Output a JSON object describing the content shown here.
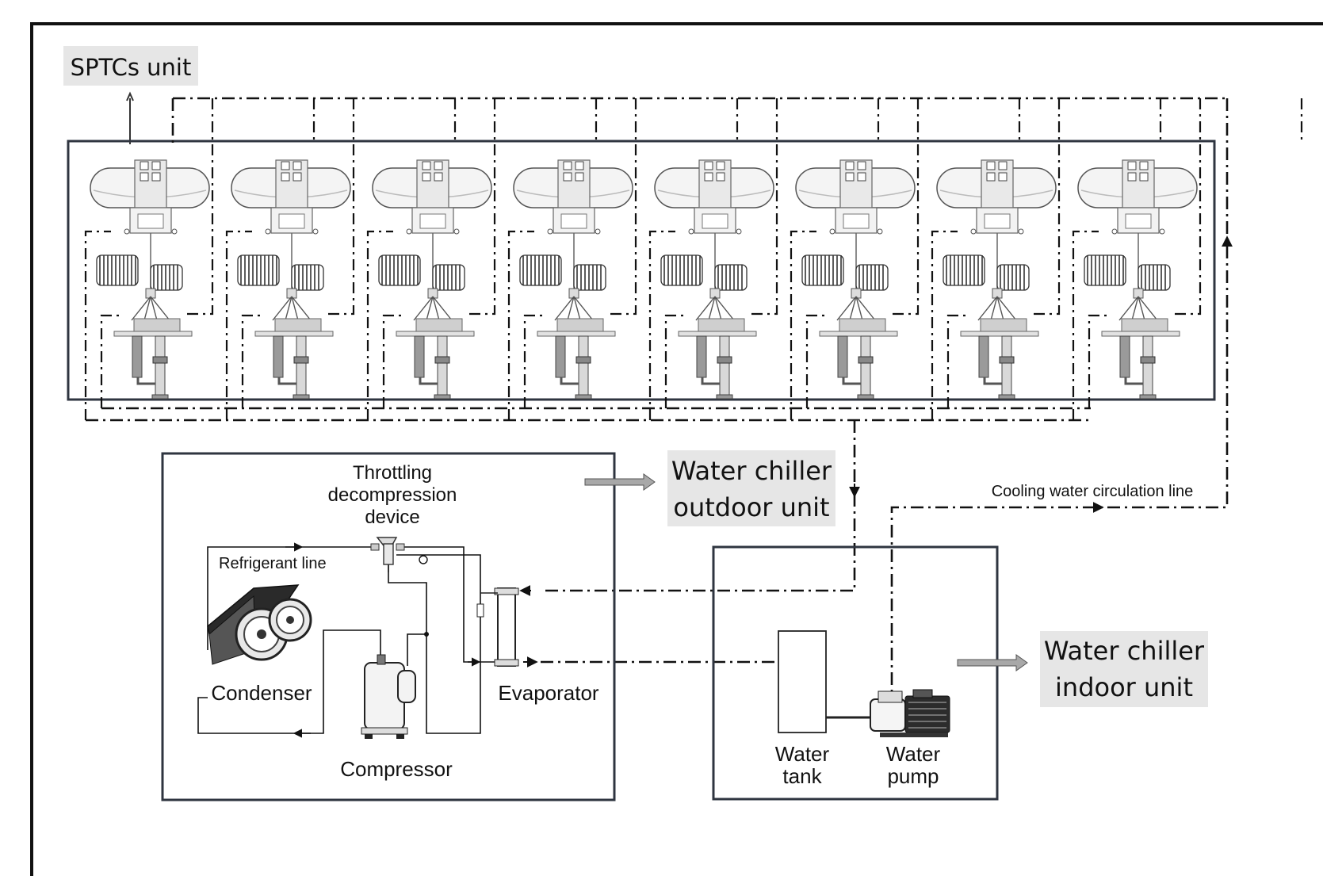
{
  "labels": {
    "sptcs_unit": "SPTCs unit",
    "outdoor_unit": [
      "Water chiller",
      "outdoor unit"
    ],
    "indoor_unit": [
      "Water chiller",
      "indoor unit"
    ],
    "throttling": [
      "Throttling",
      "decompression",
      "device"
    ],
    "refrigerant_line": "Refrigerant line",
    "condenser": "Condenser",
    "compressor": "Compressor",
    "evaporator": "Evaporator",
    "water_tank": [
      "Water",
      "tank"
    ],
    "water_pump": [
      "Water",
      "pump"
    ],
    "cooling_line": "Cooling water circulation line"
  },
  "colors": {
    "frame": "#111111",
    "box": "#2f3540",
    "tag_bg": "#e6e6e6",
    "arrow_fill": "#a8a8a8",
    "component_gray": "#cfcfcf"
  },
  "sptc_module_count": 8
}
